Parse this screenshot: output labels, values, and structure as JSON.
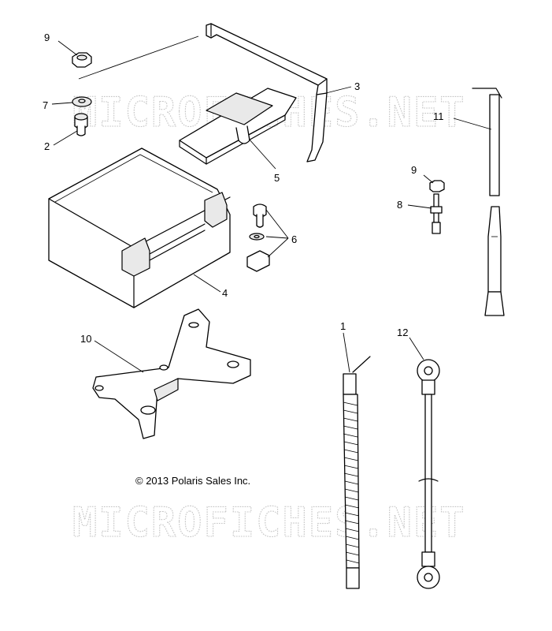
{
  "watermark": "MICROFICHES.NET",
  "copyright": "© 2013 Polaris Sales Inc.",
  "callouts": {
    "c9a": "9",
    "c7": "7",
    "c2": "2",
    "c3": "3",
    "c5": "5",
    "c4": "4",
    "c6": "6",
    "c11": "11",
    "c9b": "9",
    "c8": "8",
    "c10": "10",
    "c1": "1",
    "c12": "12"
  }
}
